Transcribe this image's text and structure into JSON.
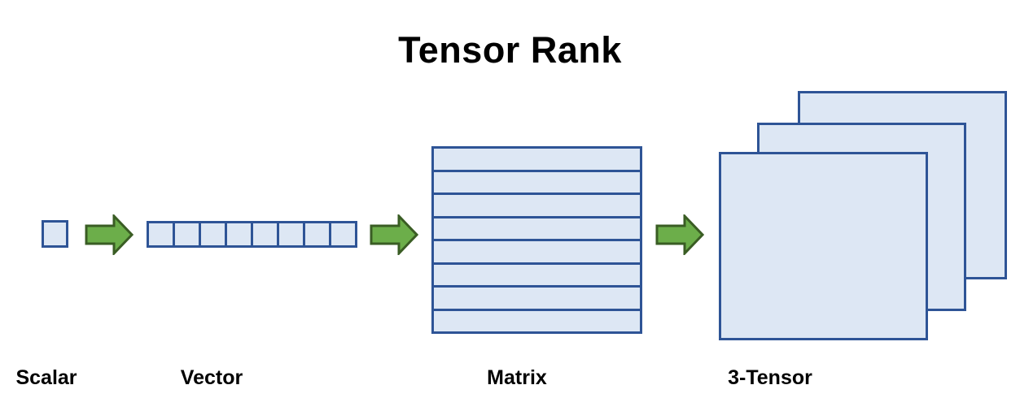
{
  "title": "Tensor Rank",
  "colors": {
    "shape_fill": "#dde7f4",
    "shape_border": "#2e5496",
    "arrow_fill": "#6cae4a",
    "arrow_border": "#3a5d24",
    "text_color": "#000000"
  },
  "stages": [
    {
      "id": "scalar",
      "label": "Scalar"
    },
    {
      "id": "vector",
      "label": "Vector",
      "cells": 8
    },
    {
      "id": "matrix",
      "label": "Matrix",
      "rows": 8
    },
    {
      "id": "tensor",
      "label": "3-Tensor",
      "layers": 3
    }
  ],
  "arrows": {
    "count": 3,
    "direction": "right"
  }
}
